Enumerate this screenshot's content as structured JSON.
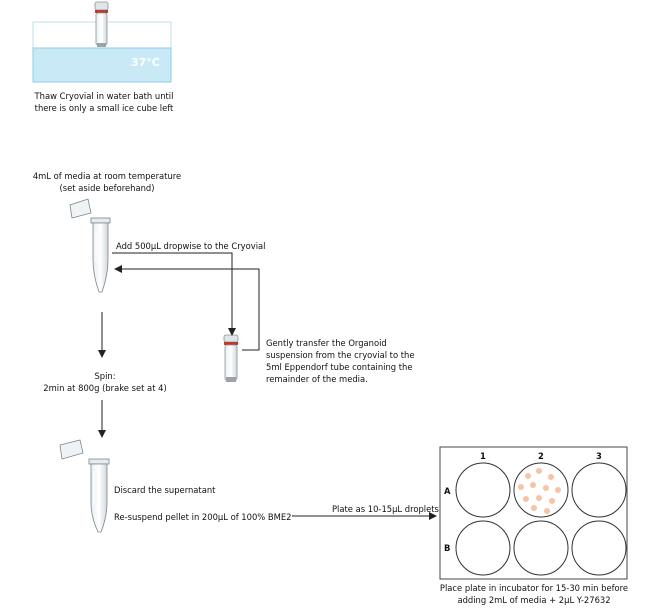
{
  "bath": {
    "temperature": "37°C",
    "caption": "Thaw Cryovial in water bath until\nthere is only a small ice cube left"
  },
  "media_note": "4mL of media at room temperature\n(set aside beforehand)",
  "add_step": "Add 500µL dropwise to the Cryovial",
  "transfer_step": "Gently transfer the Organoid\nsuspension from the cryovial to the\n5ml Eppendorf tube containing the\nremainder of the media.",
  "spin_step": "Spin:\n2min at 800g (brake set at 4)",
  "discard_step": "Discard the supernatant",
  "resuspend_step": "Re-suspend pellet in 200µL of 100% BME2",
  "plate_arrow_label": "Plate as 10-15µL droplets",
  "plate": {
    "columns": [
      "1",
      "2",
      "3"
    ],
    "rows": [
      "A",
      "B"
    ],
    "caption": "Place plate in incubator for 15-30 min before\nadding 2mL of media + 2µL Y-27632"
  },
  "colors": {
    "water": "#c9e9f6",
    "water_border": "#8fcbe6",
    "tube_band": "#c0392b",
    "droplet": "#f7c3a6",
    "line": "#222222"
  }
}
